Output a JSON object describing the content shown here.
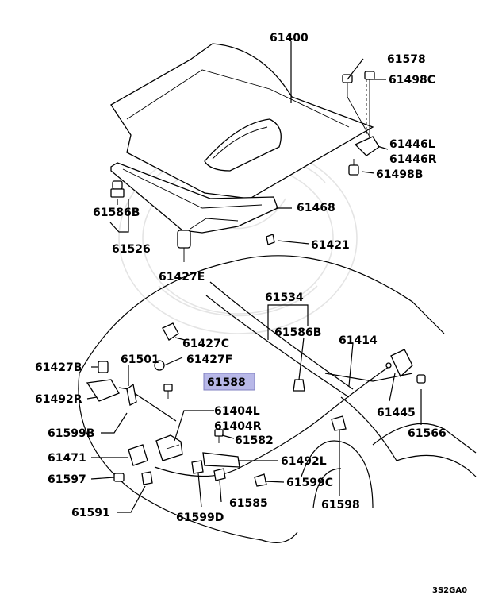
{
  "diagram_code": "3S2GA0",
  "highlight_color": "#b8b8e8",
  "parts": {
    "p61400": "61400",
    "p61578": "61578",
    "p61498C": "61498C",
    "p61446L": "61446L",
    "p61446R": "61446R",
    "p61498B": "61498B",
    "p61586B_a": "61586B",
    "p61526": "61526",
    "p61468": "61468",
    "p61427E": "61427E",
    "p61421": "61421",
    "p61534": "61534",
    "p61586B_b": "61586B",
    "p61427C": "61427C",
    "p61414": "61414",
    "p61427B": "61427B",
    "p61501": "61501",
    "p61427F": "61427F",
    "p61588": "61588",
    "p61492R": "61492R",
    "p61404L": "61404L",
    "p61404R": "61404R",
    "p61599B": "61599B",
    "p61582": "61582",
    "p61445": "61445",
    "p61566": "61566",
    "p61471": "61471",
    "p61492L": "61492L",
    "p61597": "61597",
    "p61599C": "61599C",
    "p61598": "61598",
    "p61585": "61585",
    "p61591": "61591",
    "p61599D": "61599D"
  }
}
